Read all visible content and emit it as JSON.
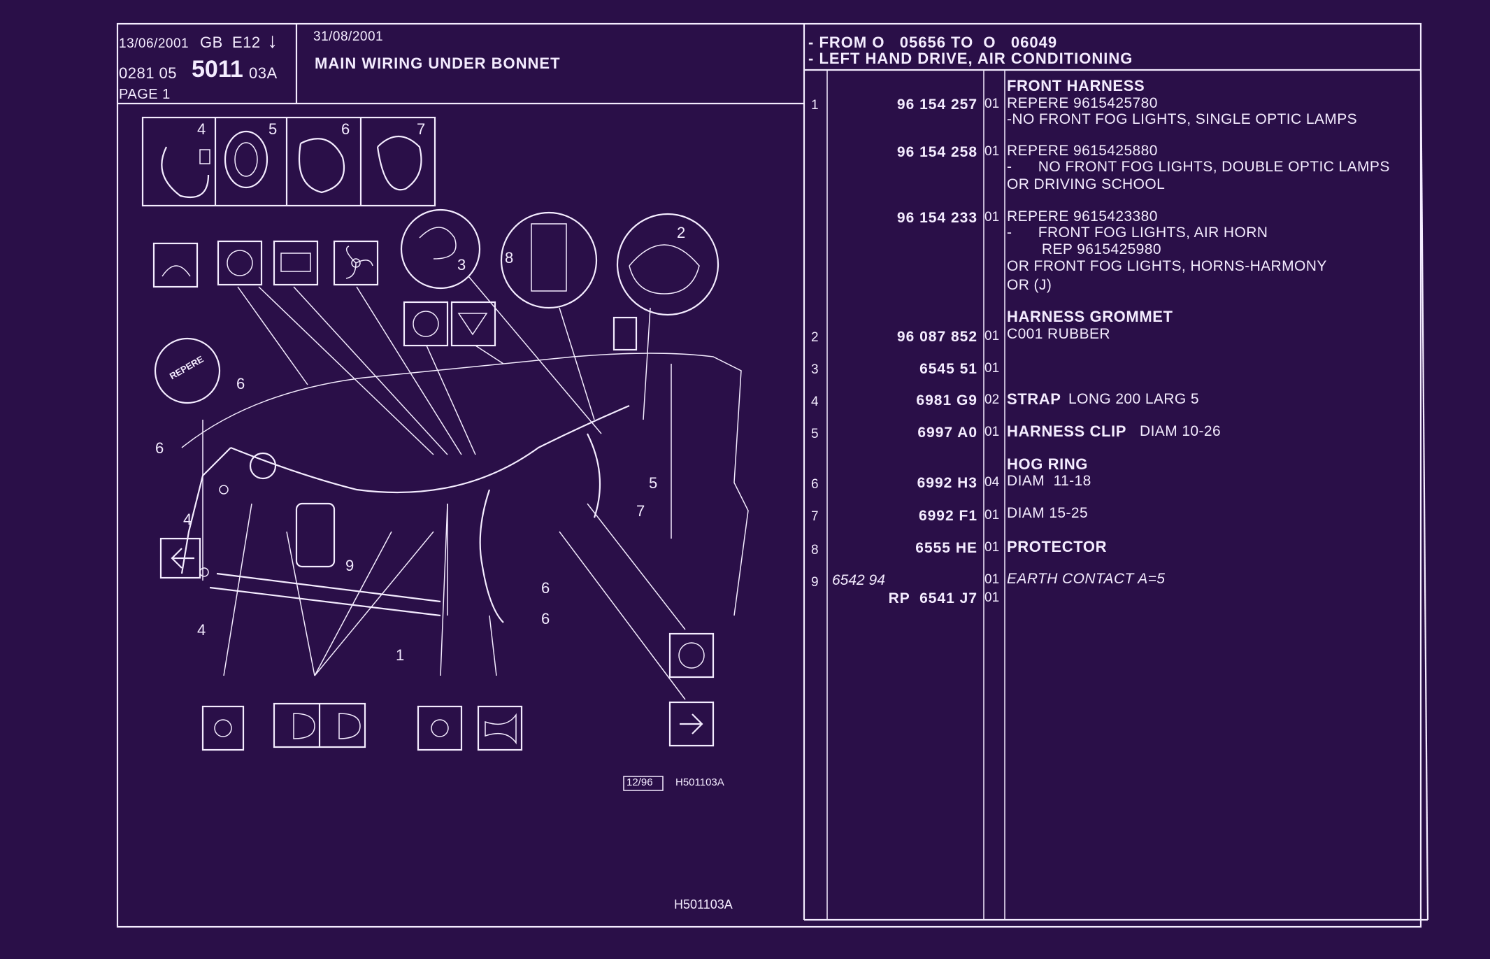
{
  "header": {
    "date": "13/06/2001",
    "lang": "GB",
    "edition": "E12",
    "arrow": "↓",
    "ref_prefix": "0281 05",
    "ref_number": "5011",
    "ref_suffix": "03A",
    "page": "PAGE 1",
    "date2": "31/08/2001",
    "title": "MAIN WIRING UNDER BONNET",
    "cond1": "- FROM O   05656 TO  O   06049",
    "cond2": "- LEFT HAND DRIVE, AIR CONDITIONING"
  },
  "diagram": {
    "callouts": [
      "4",
      "5",
      "6",
      "7",
      "3",
      "8",
      "2",
      "6",
      "6",
      "4",
      "4",
      "9",
      "1",
      "6",
      "6",
      "5",
      "7"
    ],
    "repere_text": "REPERE",
    "stamp_date": "12/96",
    "stamp_ref": "H501103A",
    "bottom_ref": "H501103A"
  },
  "parts": [
    {
      "id": "p1a",
      "item": "1",
      "number": "96 154 257",
      "qty": "01",
      "heading": "FRONT HARNESS",
      "lines": [
        "REPERE  9615425780",
        "-NO FRONT FOG LIGHTS, SINGLE OPTIC LAMPS"
      ]
    },
    {
      "id": "p1b",
      "item": "",
      "number": "96 154 258",
      "qty": "01",
      "heading": "",
      "lines": [
        "REPERE  9615425880",
        "-      NO FRONT FOG LIGHTS, DOUBLE OPTIC LAMPS",
        "OR DRIVING SCHOOL"
      ]
    },
    {
      "id": "p1c",
      "item": "",
      "number": "96 154 233",
      "qty": "01",
      "heading": "",
      "lines": [
        "REPERE  9615423380",
        "-      FRONT FOG LIGHTS, AIR HORN",
        "        REP 9615425980",
        "OR FRONT FOG LIGHTS, HORNS-HARMONY",
        "OR (J)"
      ]
    },
    {
      "id": "p2",
      "item": "2",
      "number": "96 087 852",
      "qty": "01",
      "heading": "HARNESS GROMMET",
      "lines": [
        "C001 RUBBER"
      ]
    },
    {
      "id": "p3",
      "item": "3",
      "number": "6545 51",
      "qty": "01",
      "heading": "",
      "lines": []
    },
    {
      "id": "p4",
      "item": "4",
      "number": "6981 G9",
      "qty": "02",
      "name": "STRAP",
      "lines": [
        "LONG 200 LARG 5"
      ]
    },
    {
      "id": "p5",
      "item": "5",
      "number": "6997 A0",
      "qty": "01",
      "name": "HARNESS CLIP",
      "lines": [
        "DIAM 10-26"
      ]
    },
    {
      "id": "p6",
      "item": "6",
      "number": "6992 H3",
      "qty": "04",
      "heading": "HOG RING",
      "lines": [
        "DIAM  11-18"
      ]
    },
    {
      "id": "p7",
      "item": "7",
      "number": "6992 F1",
      "qty": "01",
      "lines": [
        "DIAM 15-25"
      ]
    },
    {
      "id": "p8",
      "item": "8",
      "number": "6555 HE",
      "qty": "01",
      "name": "PROTECTOR",
      "lines": []
    },
    {
      "id": "p9",
      "item": "9",
      "number_italic": "6542 94",
      "qty": "01",
      "lines": [
        "EARTH CONTACT A=5"
      ]
    },
    {
      "id": "p9b",
      "item": "",
      "number": "RP  6541 J7",
      "qty": "01",
      "lines": []
    }
  ],
  "colors": {
    "background": "#2a0f48",
    "ink": "#f4ecff"
  }
}
